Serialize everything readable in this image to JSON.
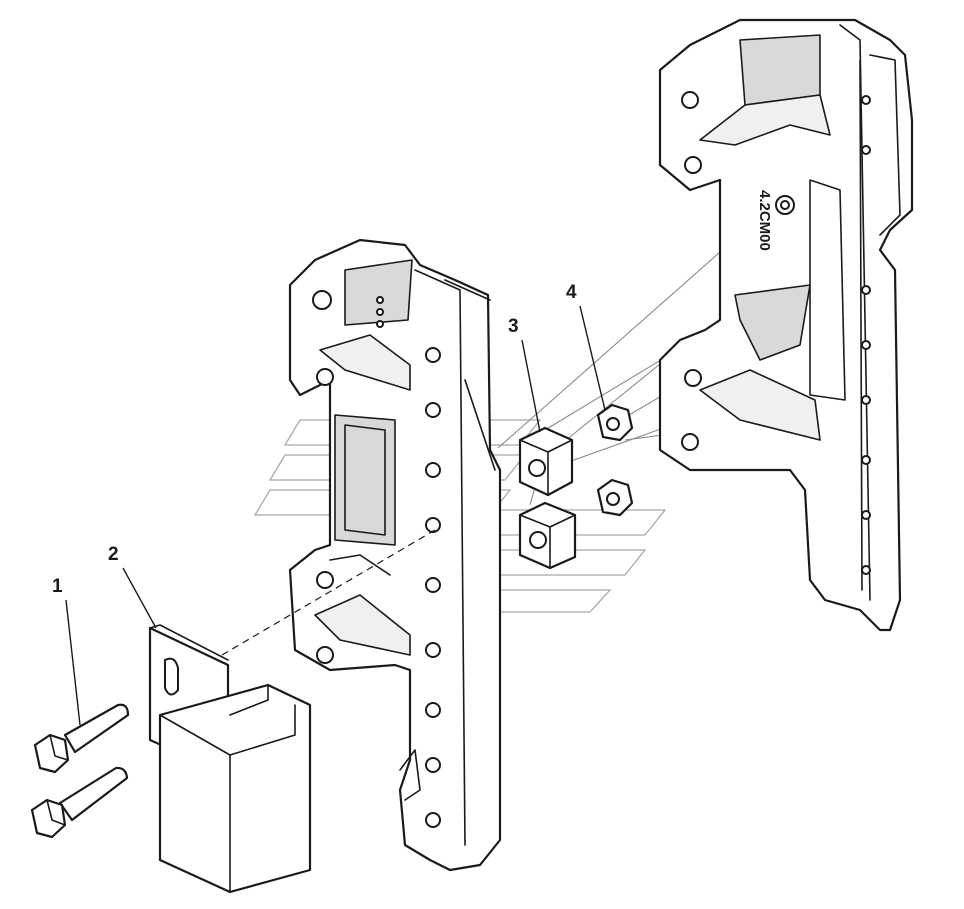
{
  "callouts": [
    {
      "id": "1",
      "label": "1"
    },
    {
      "id": "2",
      "label": "2"
    },
    {
      "id": "3",
      "label": "3"
    },
    {
      "id": "4",
      "label": "4"
    }
  ],
  "engraving": "4.2CM00",
  "colors": {
    "line": "#1a1a1a",
    "shade": "#d9d9d9",
    "watermark": "#a8a8a8"
  }
}
